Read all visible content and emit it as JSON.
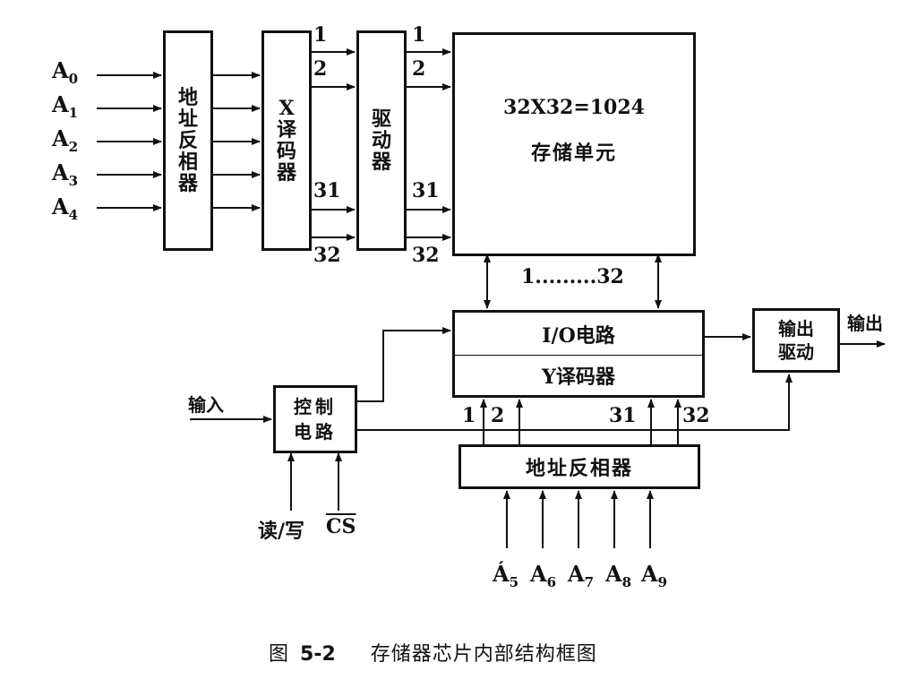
{
  "inputs_left": [
    {
      "base": "A",
      "sub": "0"
    },
    {
      "base": "A",
      "sub": "1"
    },
    {
      "base": "A",
      "sub": "2"
    },
    {
      "base": "A",
      "sub": "3"
    },
    {
      "base": "A",
      "sub": "4"
    }
  ],
  "addr_inverter_top": [
    "地",
    "址",
    "反",
    "相",
    "器"
  ],
  "x_decoder": [
    "X",
    "译",
    "码",
    "器"
  ],
  "driver": [
    "驱",
    "动",
    "器"
  ],
  "line_numbers": {
    "n1": "1",
    "n2": "2",
    "n31": "31",
    "n32": "32"
  },
  "memory_array": {
    "line1": "32X32=1024",
    "line2": "存储单元"
  },
  "column_range": "1.........32",
  "io_block": {
    "io": "I/O电路",
    "ydec": "Y译码器"
  },
  "output_driver": {
    "line1": "输出",
    "line2": "驱动"
  },
  "output_label": "输出",
  "input_label": "输入",
  "control": {
    "line1": "控制",
    "line2": "电路"
  },
  "rw_label": "读/写",
  "cs_label": "CS",
  "addr_inverter_bottom": "地址反相器",
  "inputs_bottom": [
    {
      "base": "Á",
      "sub": "5"
    },
    {
      "base": "A",
      "sub": "6"
    },
    {
      "base": "A",
      "sub": "7"
    },
    {
      "base": "A",
      "sub": "8"
    },
    {
      "base": "A",
      "sub": "9"
    }
  ],
  "caption": {
    "prefix": "图",
    "number": "5-2",
    "title": "存储器芯片内部结构框图"
  }
}
